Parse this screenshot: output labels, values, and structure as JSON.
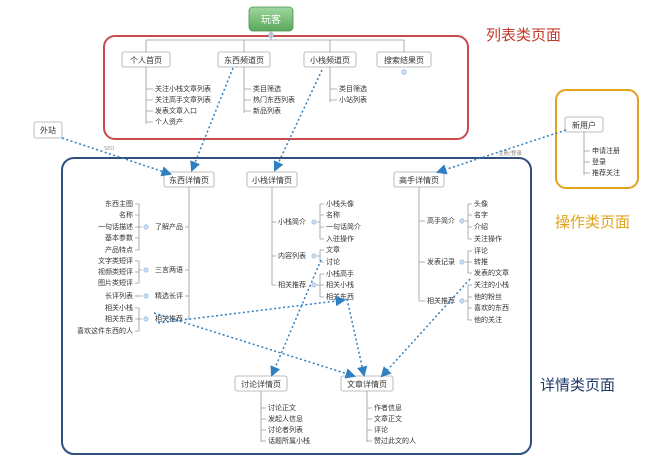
{
  "root": {
    "label": "玩客",
    "color": "#6db56d"
  },
  "groups": {
    "list": {
      "title": "列表类页面",
      "color": "#c0392b"
    },
    "action": {
      "title": "操作类页面",
      "color": "#e2a21b"
    },
    "detail": {
      "title": "详情类页面",
      "color": "#1f3a68"
    }
  },
  "list_pages": [
    {
      "title": "个人首页",
      "items": [
        "关注小栈文章列表",
        "关注高手文章列表",
        "发表文章入口",
        "个人资产"
      ]
    },
    {
      "title": "东西频道页",
      "items": [
        "类目筛选",
        "热门东西列表",
        "新品列表"
      ]
    },
    {
      "title": "小栈频道页",
      "items": [
        "类目筛选",
        "小站列表"
      ]
    },
    {
      "title": "搜索结果页",
      "items": []
    }
  ],
  "external": {
    "label": "外站",
    "seo": "SEO"
  },
  "new_user": {
    "title": "新用户",
    "items": [
      "申请注册",
      "登录",
      "推荐关注"
    ],
    "edge_label": "注册/登录"
  },
  "thing_detail": {
    "title": "东西详情页",
    "groups": [
      {
        "label": "了解产品",
        "items": [
          "东西主图",
          "名称",
          "一句话描述",
          "基本参数",
          "产品特点"
        ]
      },
      {
        "label": "三言两语",
        "items": [
          "文字类短评",
          "视频类短评",
          "图片类短评"
        ]
      },
      {
        "label": "精选长评",
        "items": [
          "长评列表"
        ]
      },
      {
        "label": "相关推荐",
        "items": [
          "相关小栈",
          "相关东西",
          "喜欢这件东西的人"
        ]
      }
    ]
  },
  "shop_detail": {
    "title": "小栈详情页",
    "groups": [
      {
        "label": "小栈简介",
        "items": [
          "小栈头像",
          "名称",
          "一句话简介",
          "入驻操作"
        ]
      },
      {
        "label": "内容列表",
        "items": [
          "文章",
          "讨论"
        ]
      },
      {
        "label": "相关推荐",
        "items": [
          "小栈高手",
          "相关小栈",
          "相关东西"
        ]
      }
    ]
  },
  "expert_detail": {
    "title": "高手详情页",
    "groups": [
      {
        "label": "高手简介",
        "items": [
          "头像",
          "名字",
          "介绍",
          "关注操作"
        ]
      },
      {
        "label": "发表记录",
        "items": [
          "评论",
          "转推",
          "发表的文章"
        ]
      },
      {
        "label": "相关推荐",
        "items": [
          "关注的小栈",
          "他的粉丝",
          "喜欢的东西",
          "他的关注"
        ]
      }
    ]
  },
  "discussion_detail": {
    "title": "讨论详情页",
    "items": [
      "讨论正文",
      "发起人信息",
      "讨论者列表",
      "话题所属小栈"
    ]
  },
  "article_detail": {
    "title": "文章详情页",
    "items": [
      "作者信息",
      "文章正文",
      "评论",
      "赞过此文的人"
    ]
  }
}
